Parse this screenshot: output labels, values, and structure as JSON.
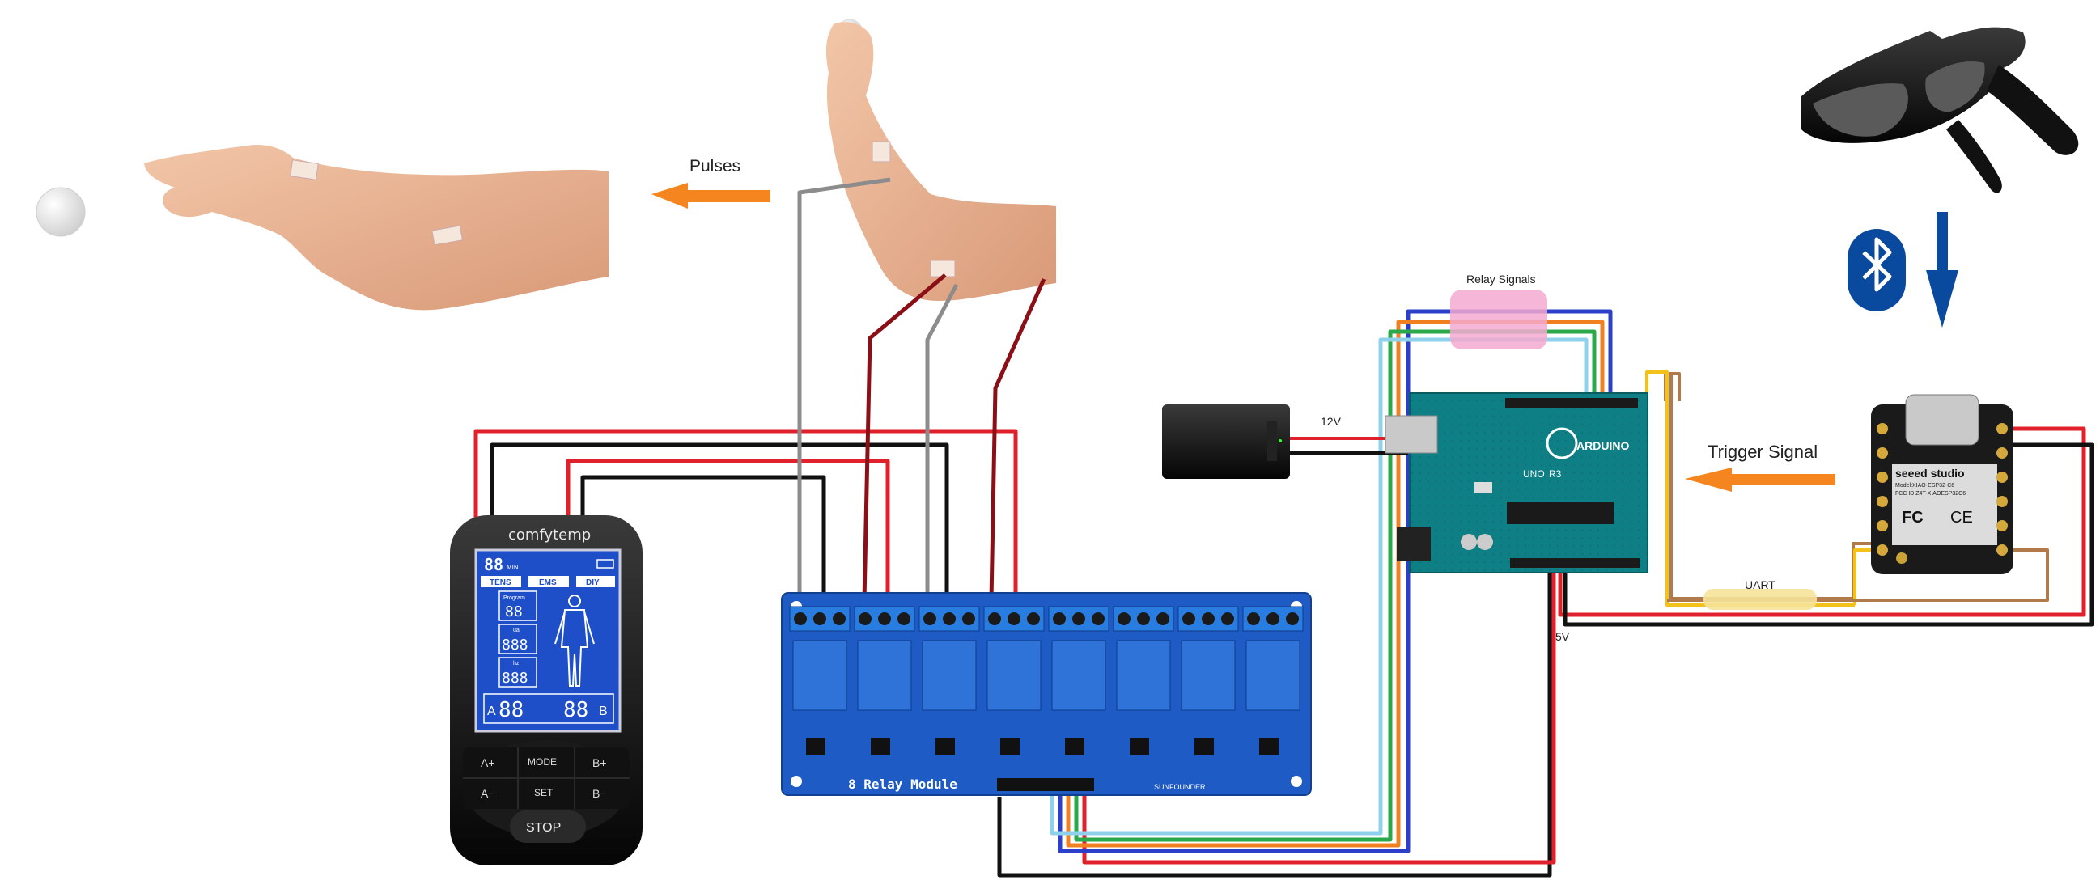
{
  "labels": {
    "pulses": "Pulses",
    "relay_signals": "Relay Signals",
    "v12": "12V",
    "trigger_signal": "Trigger Signal",
    "uart": "UART",
    "v5": "5V"
  },
  "tens_device": {
    "brand": "comfytemp",
    "timer_value": "88",
    "timer_unit": "MIN",
    "modes": [
      "TENS",
      "EMS",
      "DIY"
    ],
    "program_label": "Program",
    "program_value": "88",
    "level_label": "ua",
    "level_value": "888",
    "hz_label": "hz",
    "hz_value": "888",
    "channel_a": "A",
    "channel_a_value": "88",
    "channel_b": "B",
    "channel_b_value": "88",
    "buttons": {
      "a_plus": "A+",
      "mode": "MODE",
      "b_plus": "B+",
      "a_minus": "A−",
      "set": "SET",
      "b_minus": "B−",
      "stop": "STOP"
    }
  },
  "relay_module": {
    "title": "8 Relay Module",
    "maker": "SUNFOUNDER"
  },
  "arduino": {
    "brand": "ARDUINO",
    "model": "UNO",
    "rev": "R3"
  },
  "xiao": {
    "brand": "seeed studio",
    "model": "Model:XIAO-ESP32-C6",
    "fcc": "FCC ID:Z4T-XIAOESP32C6",
    "fc_mark": "FC",
    "ce_mark": "CE"
  },
  "colors": {
    "wire_red": "#e0202a",
    "wire_black": "#111111",
    "wire_darkred": "#8b0f16",
    "wire_gray": "#8c8c8c",
    "wire_blue": "#2b3fc8",
    "wire_orange": "#f08020",
    "wire_green": "#2aa84a",
    "wire_lightblue": "#8fd0ea",
    "wire_yellow": "#f2c21a",
    "wire_brown": "#b07a4a",
    "arrow_orange": "#f5861f",
    "bluetooth_blue": "#0a4a9e",
    "relay_board": "#1e5bc4",
    "arduino_teal": "#0f7f86",
    "highlight_pink": "#f4a9d0",
    "highlight_yellow": "#f6e29a"
  }
}
